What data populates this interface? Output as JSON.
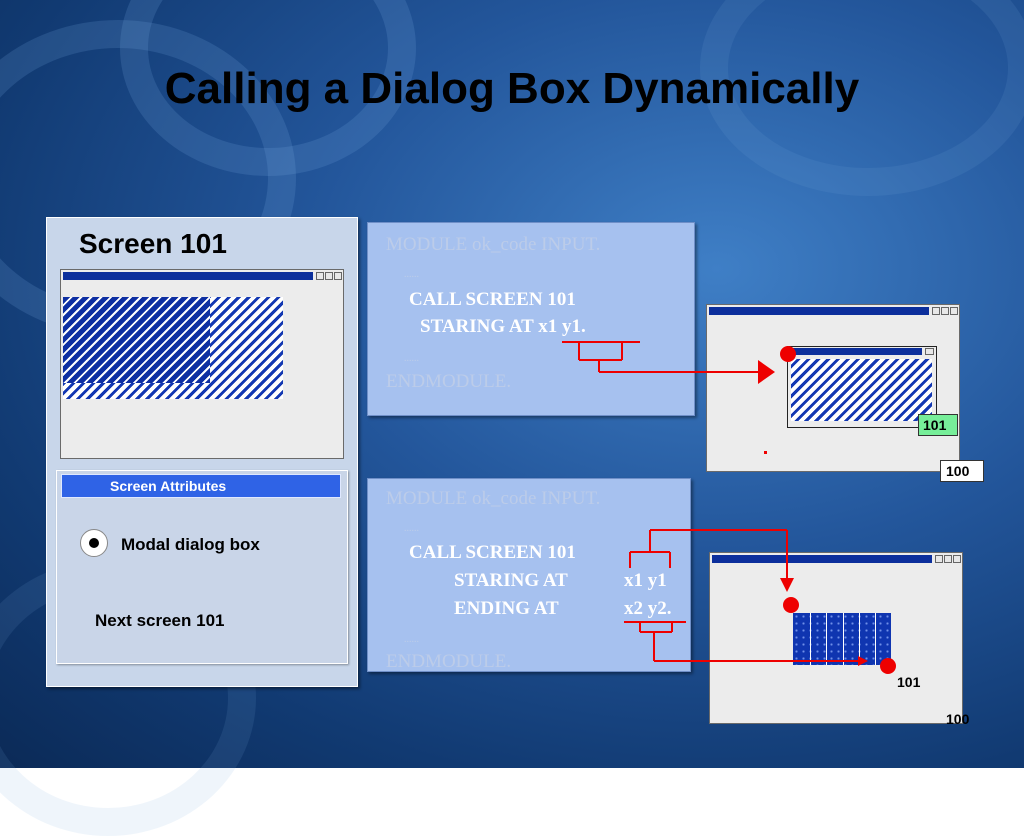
{
  "slide": {
    "title": "Calling a Dialog Box Dynamically"
  },
  "screen_panel": {
    "title": "Screen 101"
  },
  "attributes": {
    "header": "Screen Attributes",
    "radio_label": "Modal dialog box",
    "next_screen": "Next screen 101"
  },
  "code_top": {
    "module_line": "MODULE ok_code INPUT.",
    "dots": "......",
    "call_line": "CALL SCREEN 101",
    "starting_line": "STARING AT x1  y1.",
    "end_line": "ENDMODULE."
  },
  "code_bottom": {
    "module_line": "MODULE ok_code INPUT.",
    "dots": "......",
    "call_line": "CALL SCREEN 101",
    "starting_kw": "STARING AT",
    "starting_vals": "x1  y1",
    "ending_kw": "ENDING AT",
    "ending_vals": "x2 y2.",
    "end_line": "ENDMODULE."
  },
  "diagram_top": {
    "inner_label": "101",
    "outer_label": "100"
  },
  "diagram_bottom": {
    "inner_label": "101",
    "outer_label": "100"
  },
  "colors": {
    "red": "#ee0000",
    "window_blue": "#0c2f9c",
    "code_bg": "#a6c1ef",
    "label_green": "#77ee99"
  }
}
